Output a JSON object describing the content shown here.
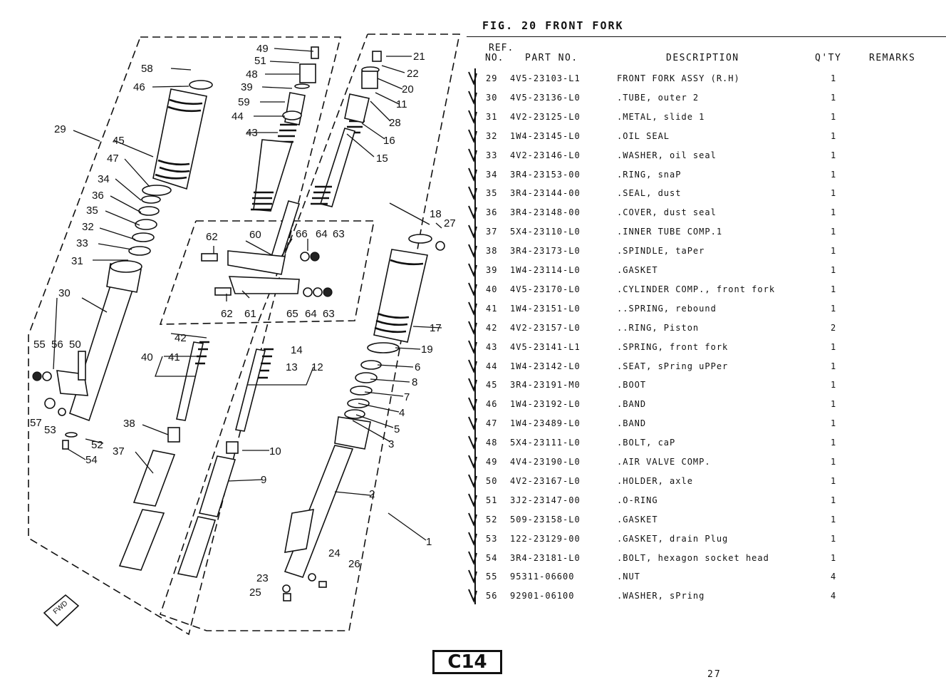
{
  "figure": {
    "title": "FIG. 20  FRONT FORK",
    "stamp": "C14",
    "page_number": "27"
  },
  "table": {
    "headers": {
      "ref_line1": "REF.",
      "ref_line2": "NO.",
      "part_no": "PART NO.",
      "description": "DESCRIPTION",
      "qty": "Q'TY",
      "remarks": "REMARKS"
    },
    "rows": [
      {
        "ref": "29",
        "part": "4V5-23103-L1",
        "desc": "FRONT FORK ASSY (R.H)",
        "qty": "1"
      },
      {
        "ref": "30",
        "part": "4V5-23136-L0",
        "desc": ".TUBE, outer 2",
        "qty": "1"
      },
      {
        "ref": "31",
        "part": "4V2-23125-L0",
        "desc": ".METAL, slide 1",
        "qty": "1"
      },
      {
        "ref": "32",
        "part": "1W4-23145-L0",
        "desc": ".OIL SEAL",
        "qty": "1"
      },
      {
        "ref": "33",
        "part": "4V2-23146-L0",
        "desc": ".WASHER, oil seal",
        "qty": "1"
      },
      {
        "ref": "34",
        "part": "3R4-23153-00",
        "desc": ".RING, snaP",
        "qty": "1"
      },
      {
        "ref": "35",
        "part": "3R4-23144-00",
        "desc": ".SEAL, dust",
        "qty": "1"
      },
      {
        "ref": "36",
        "part": "3R4-23148-00",
        "desc": ".COVER, dust seal",
        "qty": "1"
      },
      {
        "ref": "37",
        "part": "5X4-23110-L0",
        "desc": ".INNER TUBE COMP.1",
        "qty": "1"
      },
      {
        "ref": "38",
        "part": "3R4-23173-L0",
        "desc": ".SPINDLE, taPer",
        "qty": "1"
      },
      {
        "ref": "39",
        "part": "1W4-23114-L0",
        "desc": ".GASKET",
        "qty": "1"
      },
      {
        "ref": "40",
        "part": "4V5-23170-L0",
        "desc": ".CYLINDER COMP., front fork",
        "qty": "1"
      },
      {
        "ref": "41",
        "part": "1W4-23151-L0",
        "desc": "..SPRING, rebound",
        "qty": "1"
      },
      {
        "ref": "42",
        "part": "4V2-23157-L0",
        "desc": "..RING, Piston",
        "qty": "2"
      },
      {
        "ref": "43",
        "part": "4V5-23141-L1",
        "desc": ".SPRING, front fork",
        "qty": "1"
      },
      {
        "ref": "44",
        "part": "1W4-23142-L0",
        "desc": ".SEAT, sPring uPPer",
        "qty": "1"
      },
      {
        "ref": "45",
        "part": "3R4-23191-M0",
        "desc": ".BOOT",
        "qty": "1"
      },
      {
        "ref": "46",
        "part": "1W4-23192-L0",
        "desc": ".BAND",
        "qty": "1"
      },
      {
        "ref": "47",
        "part": "1W4-23489-L0",
        "desc": ".BAND",
        "qty": "1"
      },
      {
        "ref": "48",
        "part": "5X4-23111-L0",
        "desc": ".BOLT, caP",
        "qty": "1"
      },
      {
        "ref": "49",
        "part": "4V4-23190-L0",
        "desc": ".AIR VALVE COMP.",
        "qty": "1"
      },
      {
        "ref": "50",
        "part": "4V2-23167-L0",
        "desc": ".HOLDER, axle",
        "qty": "1"
      },
      {
        "ref": "51",
        "part": "3J2-23147-00",
        "desc": ".O-RING",
        "qty": "1"
      },
      {
        "ref": "52",
        "part": "509-23158-L0",
        "desc": ".GASKET",
        "qty": "1"
      },
      {
        "ref": "53",
        "part": "122-23129-00",
        "desc": ".GASKET, drain Plug",
        "qty": "1"
      },
      {
        "ref": "54",
        "part": "3R4-23181-L0",
        "desc": ".BOLT, hexagon socket head",
        "qty": "1"
      },
      {
        "ref": "55",
        "part": "95311-06600",
        "desc": ".NUT",
        "qty": "4"
      },
      {
        "ref": "56",
        "part": "92901-06100",
        "desc": ".WASHER, sPring",
        "qty": "4"
      }
    ]
  },
  "diagram": {
    "labels": [
      "1",
      "2",
      "3",
      "4",
      "5",
      "6",
      "7",
      "8",
      "9",
      "10",
      "11",
      "12",
      "13",
      "14",
      "15",
      "16",
      "17",
      "18",
      "19",
      "20",
      "21",
      "22",
      "23",
      "24",
      "25",
      "26",
      "27",
      "28",
      "29",
      "30",
      "31",
      "32",
      "33",
      "34",
      "35",
      "36",
      "37",
      "38",
      "39",
      "40",
      "41",
      "42",
      "43",
      "44",
      "45",
      "46",
      "47",
      "48",
      "49",
      "50",
      "51",
      "52",
      "53",
      "54",
      "55",
      "56",
      "57",
      "58",
      "59",
      "60",
      "61",
      "62",
      "62",
      "63",
      "63",
      "64",
      "64",
      "65",
      "66"
    ],
    "fwd_badge": "FWD"
  }
}
